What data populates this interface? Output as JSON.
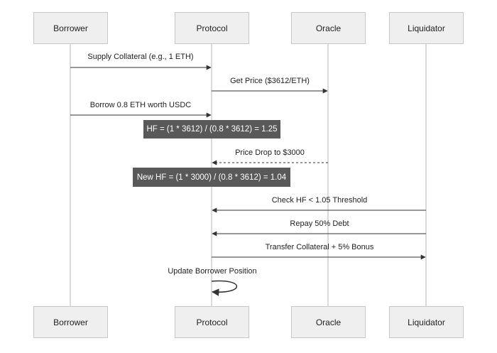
{
  "participants": {
    "borrower": "Borrower",
    "protocol": "Protocol",
    "oracle": "Oracle",
    "liquidator": "Liquidator"
  },
  "messages": {
    "supply": "Supply Collateral (e.g., 1 ETH)",
    "get_price": "Get Price ($3612/ETH)",
    "borrow": "Borrow 0.8 ETH worth USDC",
    "price_drop": "Price Drop to $3000",
    "check_hf": "Check HF < 1.05 Threshold",
    "repay": "Repay 50% Debt",
    "transfer": "Transfer Collateral + 5% Bonus",
    "update": "Update Borrower Position"
  },
  "notes": {
    "hf": "HF = (1 * 3612) / (0.8 * 3612) = 1.25",
    "new_hf": "New HF = (1 * 3000) / (0.8 * 3612) = 1.04"
  },
  "colors": {
    "line": "#333333",
    "lifeline": "#cfcfcf",
    "note_bg": "#595959",
    "box_bg": "#efefef"
  }
}
